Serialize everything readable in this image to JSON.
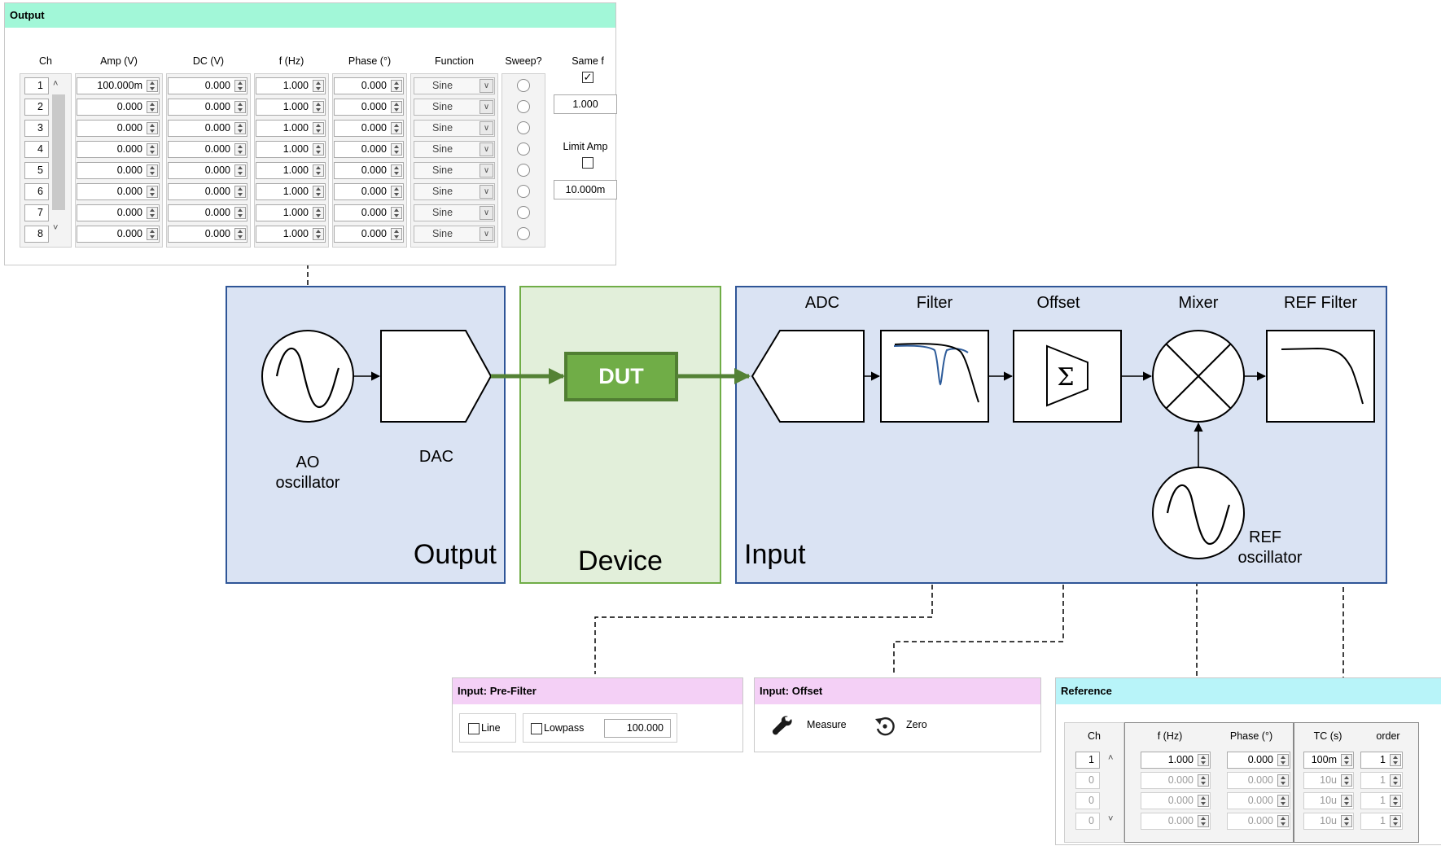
{
  "output_panel": {
    "title": "Output",
    "headers": {
      "ch": "Ch",
      "amp": "Amp (V)",
      "dc": "DC (V)",
      "f": "f (Hz)",
      "phase": "Phase (°)",
      "function": "Function",
      "sweep": "Sweep?"
    },
    "rows": [
      {
        "ch": "1",
        "amp": "100.000m",
        "dc": "0.000",
        "f": "1.000",
        "phase": "0.000",
        "function": "Sine"
      },
      {
        "ch": "2",
        "amp": "0.000",
        "dc": "0.000",
        "f": "1.000",
        "phase": "0.000",
        "function": "Sine"
      },
      {
        "ch": "3",
        "amp": "0.000",
        "dc": "0.000",
        "f": "1.000",
        "phase": "0.000",
        "function": "Sine"
      },
      {
        "ch": "4",
        "amp": "0.000",
        "dc": "0.000",
        "f": "1.000",
        "phase": "0.000",
        "function": "Sine"
      },
      {
        "ch": "5",
        "amp": "0.000",
        "dc": "0.000",
        "f": "1.000",
        "phase": "0.000",
        "function": "Sine"
      },
      {
        "ch": "6",
        "amp": "0.000",
        "dc": "0.000",
        "f": "1.000",
        "phase": "0.000",
        "function": "Sine"
      },
      {
        "ch": "7",
        "amp": "0.000",
        "dc": "0.000",
        "f": "1.000",
        "phase": "0.000",
        "function": "Sine"
      },
      {
        "ch": "8",
        "amp": "0.000",
        "dc": "0.000",
        "f": "1.000",
        "phase": "0.000",
        "function": "Sine"
      }
    ],
    "same_f_label": "Same f",
    "same_f_checked": true,
    "same_f_value": "1.000",
    "limit_amp_label": "Limit Amp",
    "limit_amp_checked": false,
    "limit_amp_value": "10.000m"
  },
  "diagram": {
    "output_block": {
      "label": "Output",
      "oscillator_line1": "AO",
      "oscillator_line2": "oscillator",
      "dac_label": "DAC"
    },
    "device_block": {
      "label": "Device",
      "dut_label": "DUT"
    },
    "input_block": {
      "label": "Input",
      "adc_label": "ADC",
      "filter_label": "Filter",
      "offset_label": "Offset",
      "mixer_label": "Mixer",
      "ref_filter_label": "REF Filter",
      "ref_osc_line1": "REF",
      "ref_osc_line2": "oscillator",
      "sigma": "Σ"
    },
    "colors": {
      "block_fill": "#dae3f3",
      "block_border": "#2f5597",
      "device_fill": "#e2efda",
      "device_border": "#70ad47",
      "dut_fill": "#70ad47",
      "dut_border": "#507e32",
      "signal_line": "#548235",
      "filter_curve": "#2e5c9a"
    }
  },
  "prefilter_panel": {
    "title": "Input: Pre-Filter",
    "line_label": "Line",
    "line_checked": false,
    "lowpass_label": "Lowpass",
    "lowpass_checked": false,
    "lowpass_value": "100.000"
  },
  "offset_panel": {
    "title": "Input: Offset",
    "measure_label": "Measure",
    "measure_icon": "wrench-icon",
    "zero_label": "Zero",
    "zero_icon": "reset-icon"
  },
  "reference_panel": {
    "title": "Reference",
    "headers": {
      "ch": "Ch",
      "f": "f (Hz)",
      "phase": "Phase (°)",
      "tc": "TC (s)",
      "order": "order"
    },
    "rows": [
      {
        "ch": "1",
        "f": "1.000",
        "phase": "0.000",
        "tc": "100m",
        "order": "1",
        "active": true
      },
      {
        "ch": "0",
        "f": "0.000",
        "phase": "0.000",
        "tc": "10u",
        "order": "1",
        "active": false
      },
      {
        "ch": "0",
        "f": "0.000",
        "phase": "0.000",
        "tc": "10u",
        "order": "1",
        "active": false
      },
      {
        "ch": "0",
        "f": "0.000",
        "phase": "0.000",
        "tc": "10u",
        "order": "1",
        "active": false
      }
    ]
  },
  "panel_colors": {
    "output_title": "#a2f7d8",
    "prefilter_title": "#f4d0f6",
    "offset_title": "#f4d0f6",
    "reference_title": "#b8f4f9"
  }
}
